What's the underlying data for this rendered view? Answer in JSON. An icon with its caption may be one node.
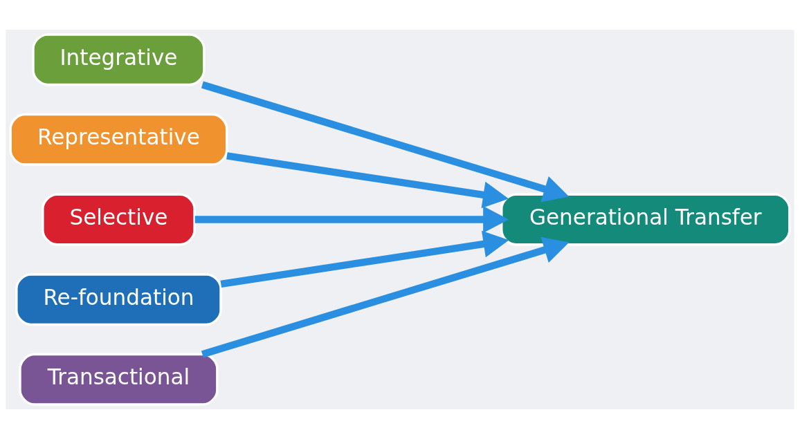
{
  "diagram": {
    "nodes": [
      {
        "text": [
          "Integrative"
        ]
      },
      {
        "text": [
          "Representative"
        ]
      },
      {
        "text": [
          "Selective"
        ]
      },
      {
        "text": [
          "Re-foundation"
        ]
      },
      {
        "text": [
          "Transactional"
        ]
      },
      {
        "text": [
          "Generational Transfer"
        ]
      }
    ],
    "edges": [
      {
        "from": 0,
        "to": 5,
        "arrow": "to"
      },
      {
        "from": 1,
        "to": 5,
        "arrow": "to"
      },
      {
        "from": 2,
        "to": 5,
        "arrow": "to"
      },
      {
        "from": 3,
        "to": 5,
        "arrow": "to"
      },
      {
        "from": 4,
        "to": 5,
        "arrow": "to"
      }
    ]
  }
}
